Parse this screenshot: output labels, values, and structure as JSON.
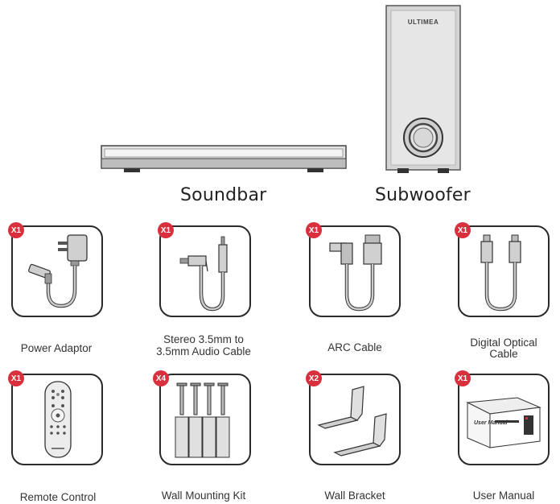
{
  "hero": {
    "soundbar_label": "Soundbar",
    "subwoofer_label": "Subwoofer",
    "brand": "ULTIMEA"
  },
  "items": [
    {
      "badge": "X1",
      "label": "Power Adaptor"
    },
    {
      "badge": "X1",
      "label_line1": "Stereo 3.5mm to",
      "label_line2": "3.5mm Audio Cable"
    },
    {
      "badge": "X1",
      "label": "ARC Cable"
    },
    {
      "badge": "X1",
      "label_line1": "Digital Optical",
      "label_line2": "Cable"
    },
    {
      "badge": "X1",
      "label": "Remote Control"
    },
    {
      "badge": "X4",
      "label": "Wall Mounting Kit"
    },
    {
      "badge": "X2",
      "label": "Wall Bracket"
    },
    {
      "badge": "X1",
      "label": "User Manual",
      "manual_title": "User Manual"
    }
  ],
  "colors": {
    "badge": "#d9303e",
    "card_border": "#2a2a2a",
    "device": "#c9c9c9"
  }
}
